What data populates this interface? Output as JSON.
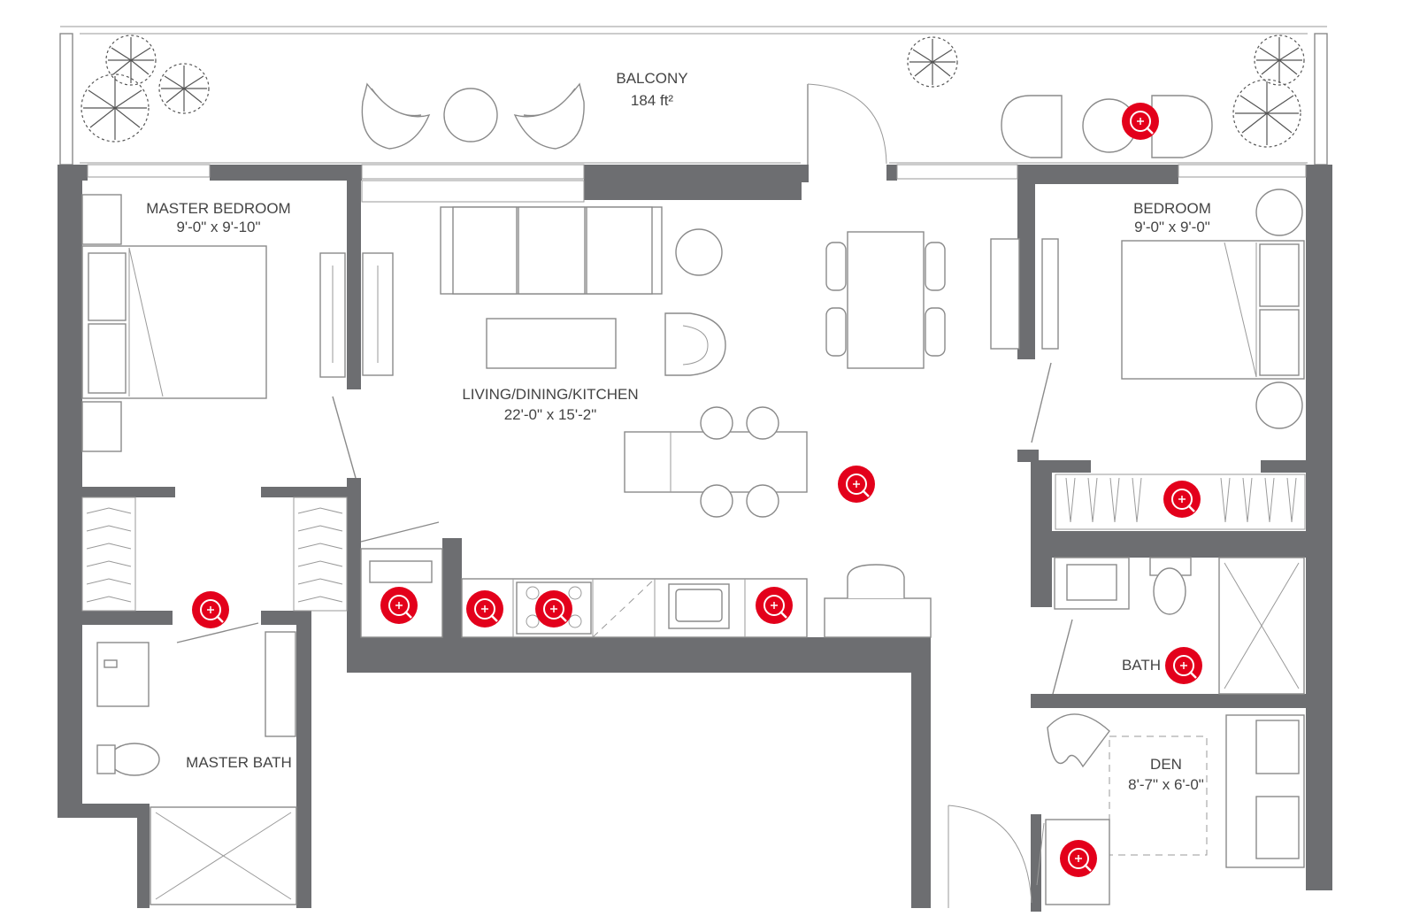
{
  "rooms": {
    "balcony": {
      "name": "BALCONY",
      "size": "184 ft²"
    },
    "master_bedroom": {
      "name": "MASTER BEDROOM",
      "size": "9'-0\" x 9'-10\""
    },
    "bedroom": {
      "name": "BEDROOM",
      "size": "9'-0\" x 9'-0\""
    },
    "living": {
      "name": "LIVING/DINING/KITCHEN",
      "size": "22'-0\" x 15'-2\""
    },
    "bath": {
      "name": "BATH"
    },
    "master_bath": {
      "name": "MASTER BATH"
    },
    "den": {
      "name": "DEN",
      "size": "8'-7\" x 6'-0\""
    }
  },
  "hotspots": [
    {
      "id": "balcony",
      "icon": "zoom-in-icon"
    },
    {
      "id": "living",
      "icon": "zoom-in-icon"
    },
    {
      "id": "bedroom-closet",
      "icon": "zoom-in-icon"
    },
    {
      "id": "master-closet",
      "icon": "zoom-in-icon"
    },
    {
      "id": "dishwasher",
      "icon": "zoom-in-icon"
    },
    {
      "id": "kitchen-counter",
      "icon": "zoom-in-icon"
    },
    {
      "id": "cooktop",
      "icon": "zoom-in-icon"
    },
    {
      "id": "sink-counter",
      "icon": "zoom-in-icon"
    },
    {
      "id": "bath",
      "icon": "zoom-in-icon"
    },
    {
      "id": "laundry",
      "icon": "zoom-in-icon"
    }
  ],
  "colors": {
    "wall": "#6d6e71",
    "hotspot": "#e3001b",
    "line": "#8a8a8a"
  }
}
